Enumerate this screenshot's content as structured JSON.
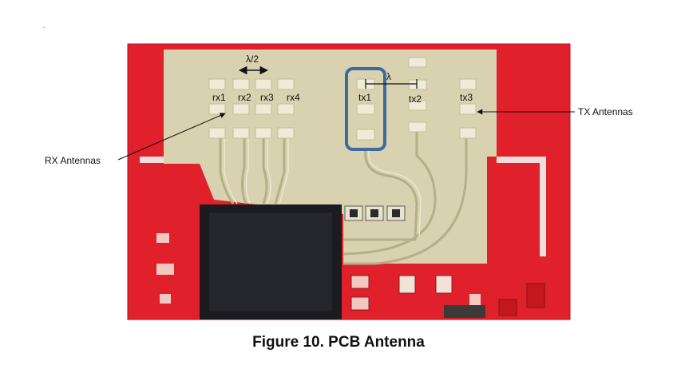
{
  "figure": {
    "caption": "Figure 10. PCB Antenna",
    "rx_labels": [
      "rx1",
      "rx2",
      "rx3",
      "rx4"
    ],
    "tx_labels": [
      "tx1",
      "tx2",
      "tx3"
    ],
    "rx_spacing_label": "λ/2",
    "tx_spacing_label": "λ",
    "rx_callout": "RX Antennas",
    "tx_callout": "TX Antennas"
  },
  "colors": {
    "board_red": "#e0202a",
    "antenna_area": "#d9d2b0",
    "pad": "#efebd6",
    "chip": "#1b1b20",
    "highlight_box": "#3e6a9e"
  }
}
